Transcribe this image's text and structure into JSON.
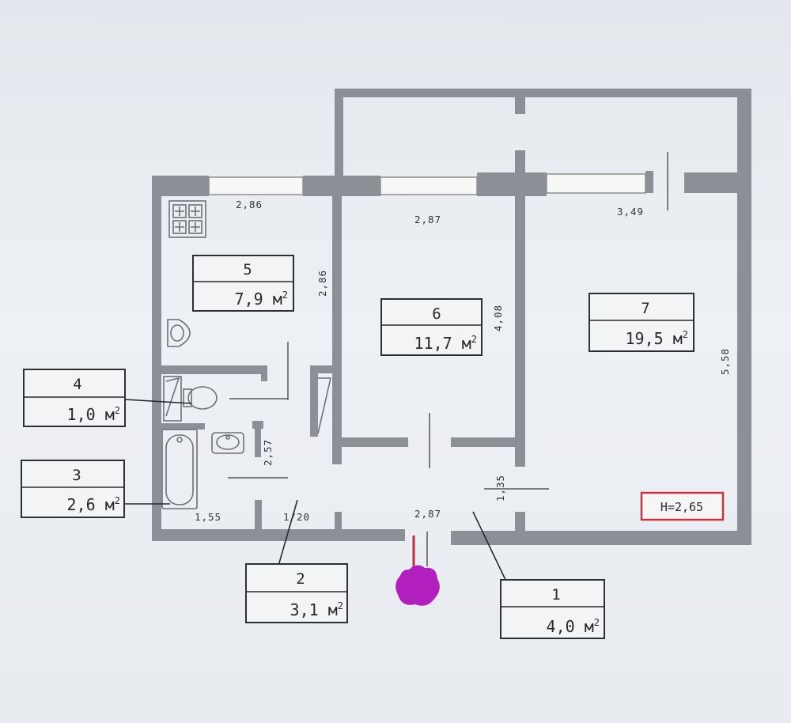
{
  "rooms": [
    {
      "number": "1",
      "area": "4,0",
      "unit": "м",
      "sup": "2"
    },
    {
      "number": "2",
      "area": "3,1",
      "unit": "м",
      "sup": "2"
    },
    {
      "number": "3",
      "area": "2,6",
      "unit": "м",
      "sup": "2"
    },
    {
      "number": "4",
      "area": "1,0",
      "unit": "м",
      "sup": "2"
    },
    {
      "number": "5",
      "area": "7,9",
      "unit": "м",
      "sup": "2"
    },
    {
      "number": "6",
      "area": "11,7",
      "unit": "м",
      "sup": "2"
    },
    {
      "number": "7",
      "area": "19,5",
      "unit": "м",
      "sup": "2"
    }
  ],
  "dimensions": {
    "kitchen_width": "2,86",
    "kitchen_depth": "2,86",
    "room6_width": "2,87",
    "room6_depth": "4,08",
    "room7_width": "3,49",
    "room7_depth": "5,58",
    "bath_width": "1,55",
    "corridor_width": "1/20",
    "corridor_depth": "2,57",
    "hall_width": "2,87",
    "hall_depth": "1,35"
  },
  "ceiling_height": "H=2,65",
  "colors": {
    "wall": "#8c8f96",
    "marker": "#b21fbf",
    "height_box": "#c8353f"
  }
}
